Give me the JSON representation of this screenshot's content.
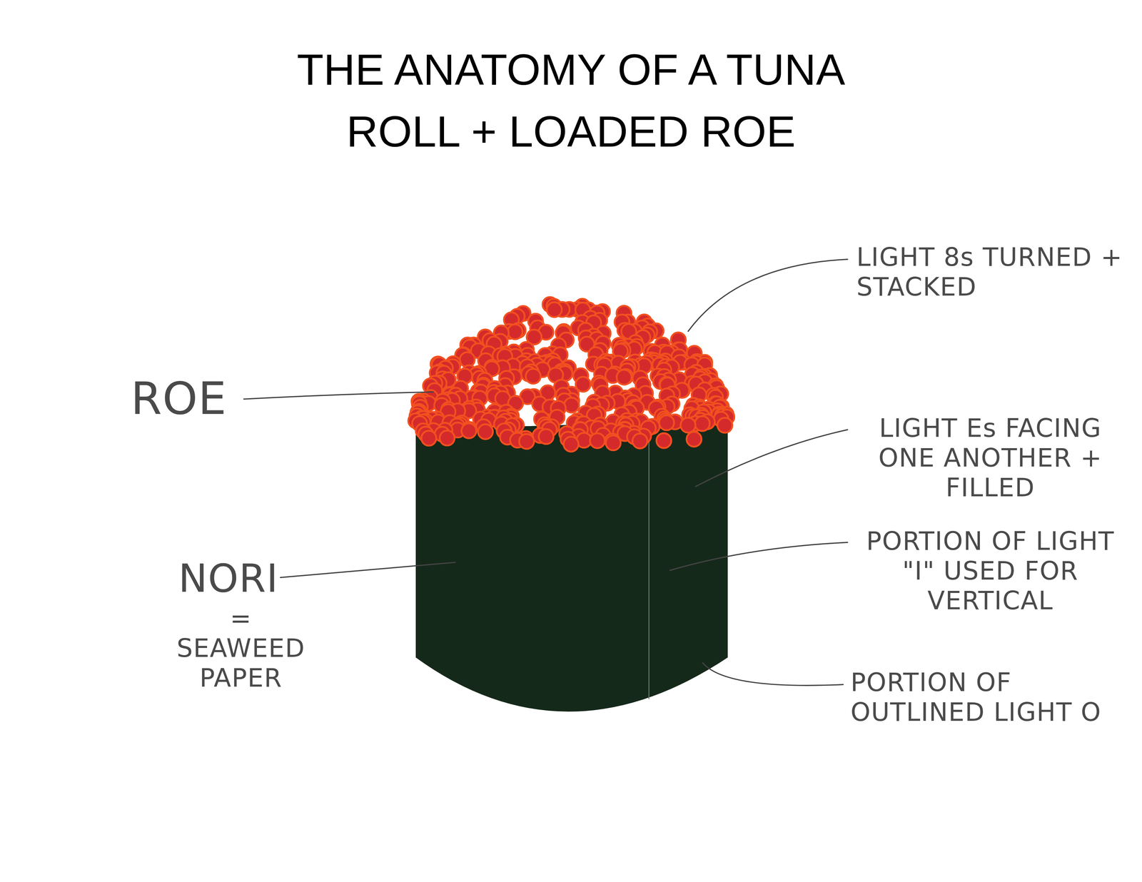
{
  "diagram": {
    "title": "THE ANATOMY OF A TUNA ROLL + LOADED ROE",
    "labels": [
      "ROE",
      "NORI",
      "= SEAWEED PAPER",
      "LIGHT 8s TURNED + STACKED",
      "LIGHT Es FACING ONE ANOTHER + FILLED",
      "PORTION OF LIGHT \"I\" USED FOR VERTICAL",
      "PORTION OF OUTLINED LIGHT O"
    ]
  }
}
